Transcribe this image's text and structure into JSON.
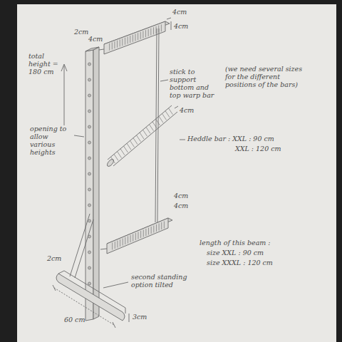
{
  "diagram": {
    "labels": [
      "4cm",
      "4cm",
      "2cm",
      "4cm",
      "total height = 180 cm",
      "stick to support bottom and top warp bar",
      "(we need several sizes for the different positions of the bars)",
      "4cm",
      "Heddle bar : XXL : 90 cm",
      "XXL : 120 cm",
      "opening to allow various heights",
      "4cm",
      "4cm",
      "length of this beam :",
      "size XXL : 90 cm",
      "size XXXL : 120 cm",
      "second standing option tilted",
      "2cm",
      "60 cm",
      "3cm"
    ]
  }
}
